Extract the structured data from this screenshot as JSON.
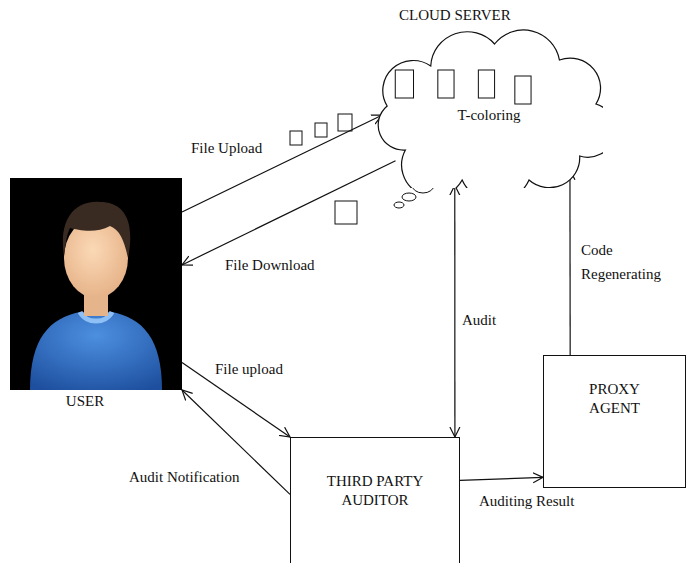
{
  "diagram": {
    "nodes": [
      {
        "text": [
          "CLOUD SERVER",
          "T-coloring"
        ]
      },
      {
        "text": [
          "USER"
        ]
      },
      {
        "text": [
          "THIRD PARTY AUDITOR"
        ]
      },
      {
        "text": [
          "PROXY AGENT"
        ]
      }
    ],
    "edges": [
      {
        "from": 1,
        "to": 0,
        "label": "File Upload",
        "arrow": "to"
      },
      {
        "from": 0,
        "to": 1,
        "label": "File Download",
        "arrow": "to"
      },
      {
        "from": 1,
        "to": 2,
        "label": "File upload",
        "arrow": "to"
      },
      {
        "from": 2,
        "to": 1,
        "label": "Audit Notification",
        "arrow": "to"
      },
      {
        "from": 0,
        "to": 2,
        "label": "Audit",
        "arrow": "both"
      },
      {
        "from": 2,
        "to": 3,
        "label": "Auditing Result",
        "arrow": "to"
      },
      {
        "from": 3,
        "to": 0,
        "label": "Code Regenerating",
        "arrow": "to"
      }
    ]
  }
}
